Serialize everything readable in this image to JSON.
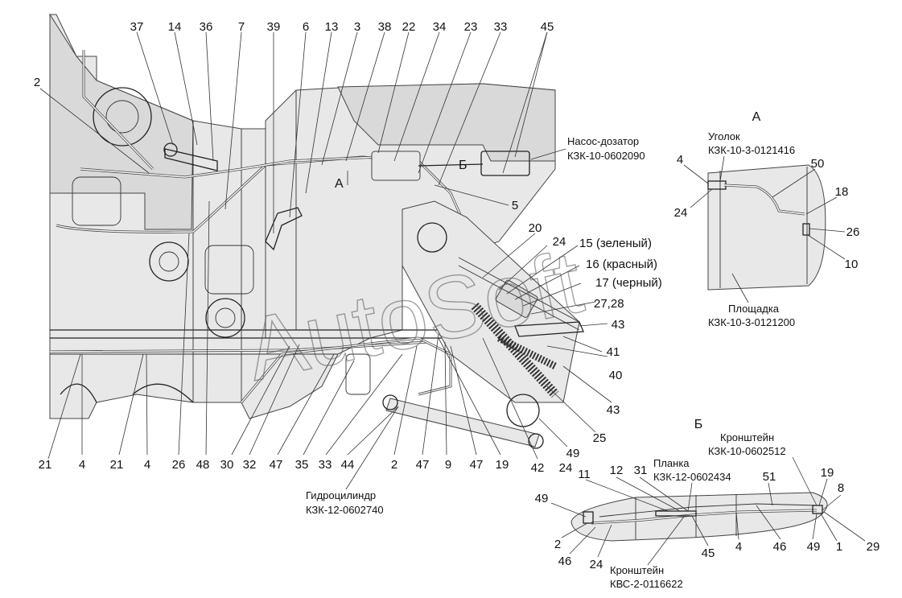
{
  "callouts": [
    "37",
    "14",
    "36",
    "7",
    "39",
    "6",
    "13",
    "3",
    "38",
    "22",
    "34",
    "23",
    "33",
    "45",
    "2",
    "5",
    "20",
    "24",
    "41",
    "40",
    "43",
    "43",
    "43",
    "25",
    "49",
    "21",
    "4",
    "21",
    "4",
    "26",
    "48",
    "30",
    "32",
    "47",
    "35",
    "33",
    "44",
    "2",
    "47",
    "9",
    "47",
    "19",
    "42",
    "24"
  ],
  "captions": {
    "pump_name": "Насос-дозатор",
    "pump_code": "КЗК-10-0602090",
    "cyl_name": "Гидроцилиндр",
    "cyl_code": "КЗК-12-0602740",
    "view_a_arrow": "А",
    "view_b_arrow": "Б",
    "hose_15": "15 (зеленый)",
    "hose_16": "16 (красный)",
    "hose_17": "17 (черный)",
    "item_27_28": "27,28"
  },
  "view_a": {
    "title": "А",
    "angle_name": "Уголок",
    "angle_code": "КЗК-10-3-0121416",
    "pad_name": "Площадка",
    "pad_code": "КЗК-10-3-0121200",
    "callouts": [
      "4",
      "50",
      "18",
      "24",
      "26",
      "10"
    ]
  },
  "view_b": {
    "title": "Б",
    "bracket_name": "Кронштейн",
    "bracket_code": "КЗК-10-0602512",
    "strip_name": "Планка",
    "strip_code": "КЗК-12-0602434",
    "bracket2_name": "Кронштейн",
    "bracket2_code": "КВС-2-0116622",
    "callouts": [
      "11",
      "12",
      "31",
      "51",
      "19",
      "8",
      "49",
      "2",
      "46",
      "24",
      "45",
      "4",
      "46",
      "49",
      "1",
      "29"
    ]
  },
  "watermark": "AutoSoft"
}
